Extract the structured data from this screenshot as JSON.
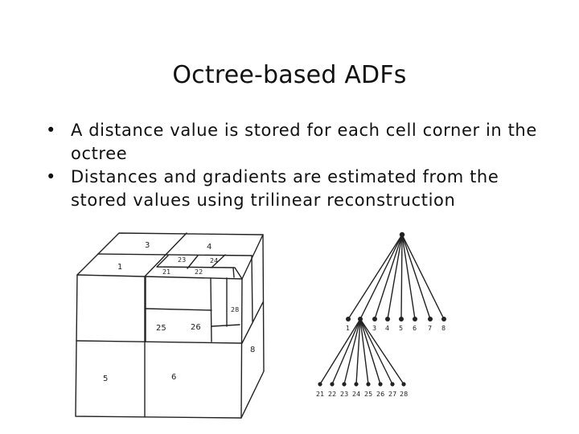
{
  "slide": {
    "title": "Octree-based ADFs",
    "bullets": [
      "A distance value is stored for each cell corner in the octree",
      "Distances and gradients are estimated from the stored values using trilinear reconstruction"
    ],
    "bullet_symbol": "•"
  },
  "cube_labels": {
    "c1": "1",
    "c3": "3",
    "c4": "4",
    "c5": "5",
    "c6": "6",
    "c8": "8",
    "c21": "21",
    "c22": "22",
    "c23": "23",
    "c24": "24",
    "c25": "25",
    "c26": "26",
    "c28": "28"
  },
  "tree": {
    "level1": [
      "1",
      "3",
      "4",
      "5",
      "6",
      "7",
      "8"
    ],
    "level2": [
      "21",
      "22",
      "23",
      "24",
      "25",
      "26",
      "27",
      "28"
    ]
  }
}
